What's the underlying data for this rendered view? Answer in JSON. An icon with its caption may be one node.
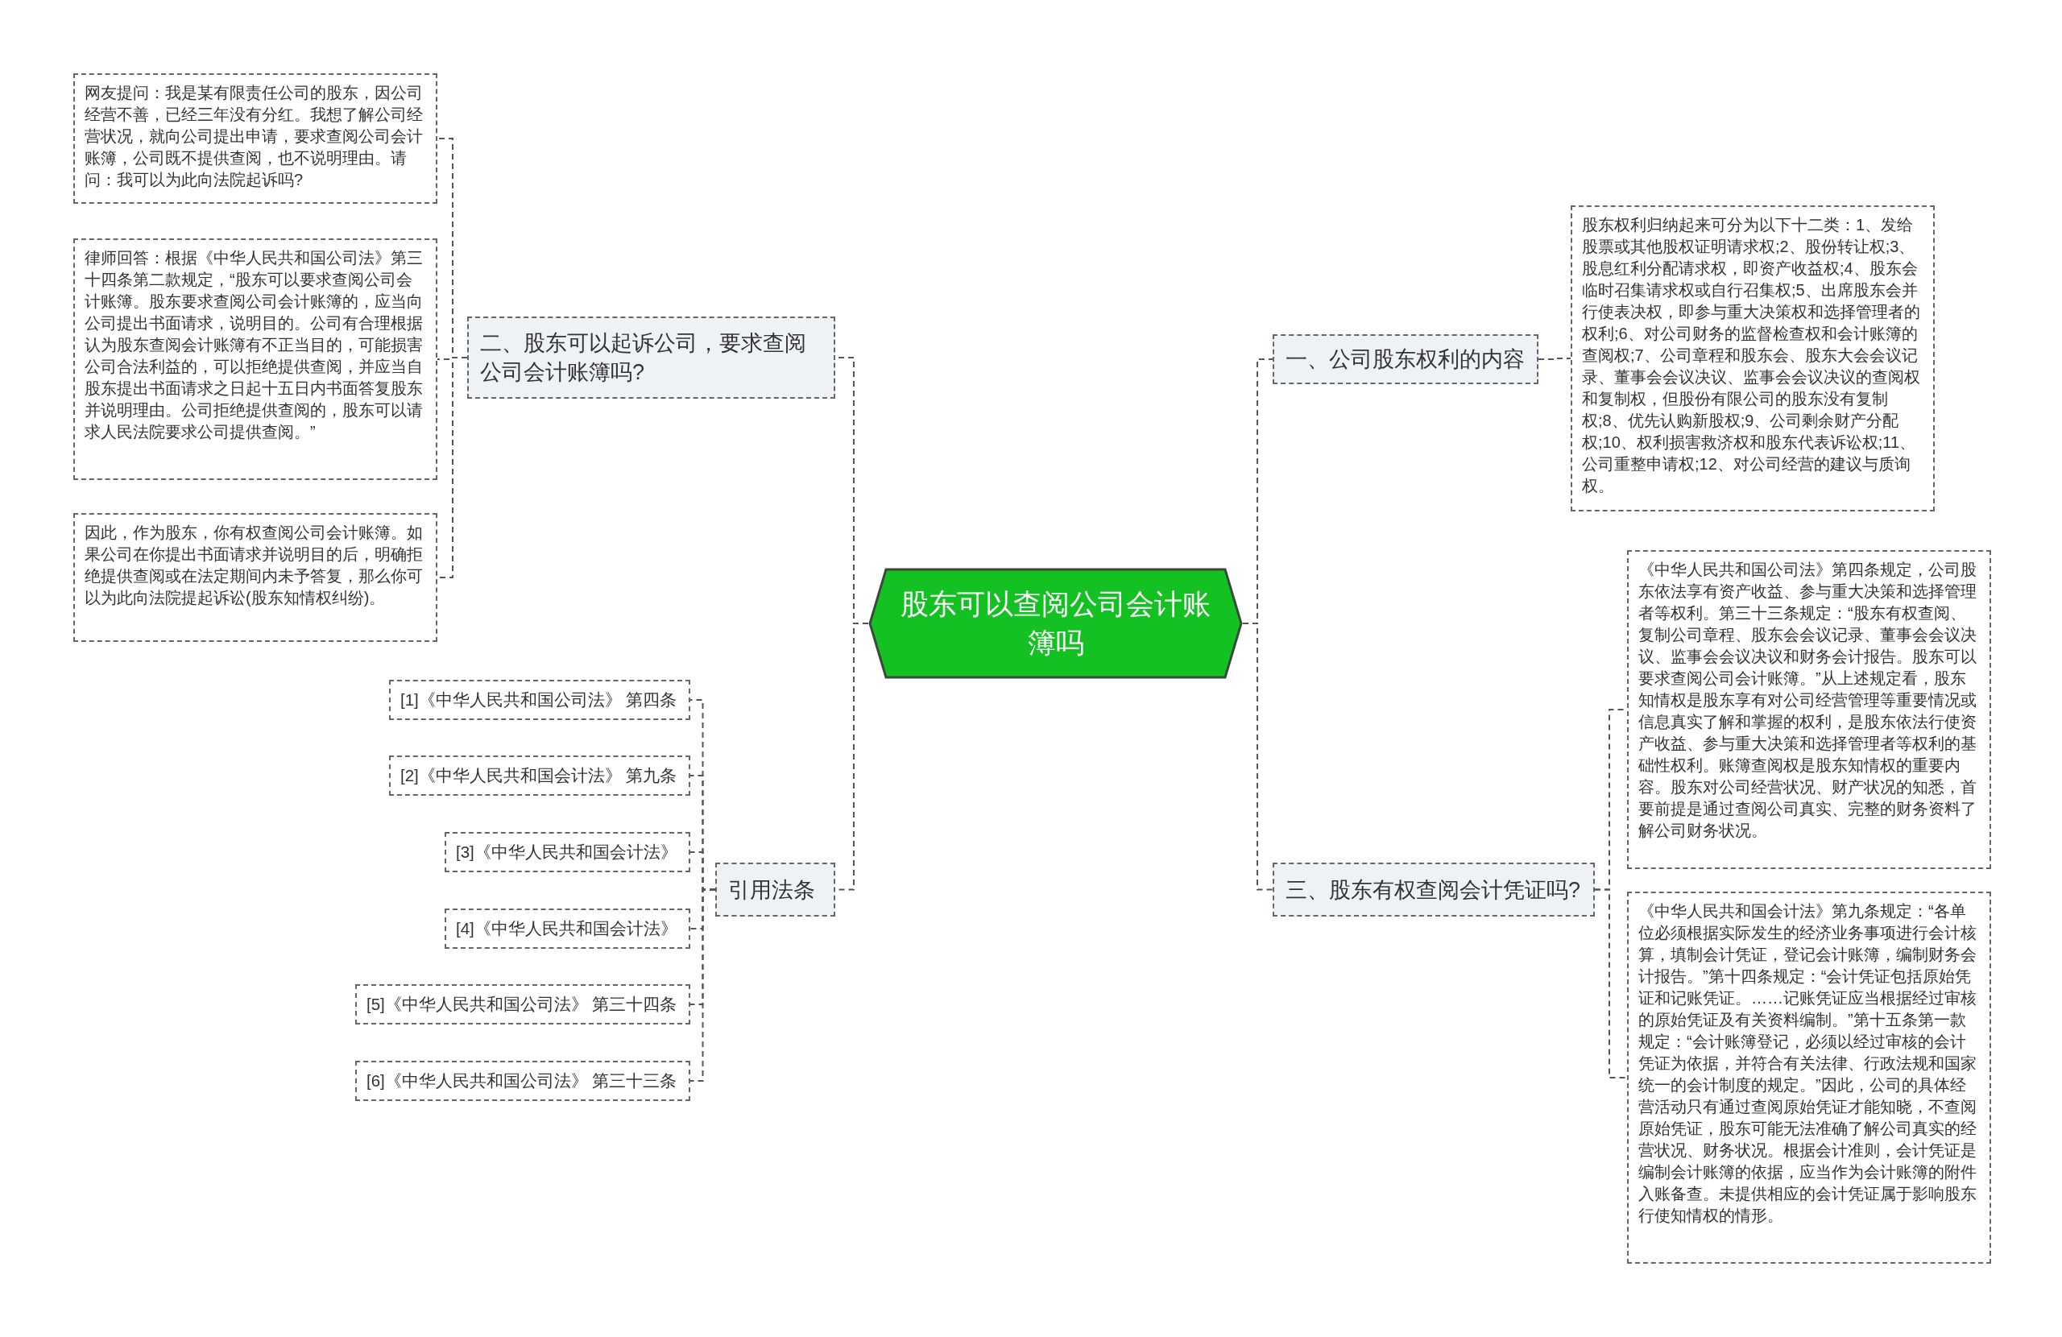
{
  "diagram": {
    "nodes": [
      {
        "text": [
          "股东可以查阅公司会计账簿吗"
        ]
      },
      {
        "text": [
          "一、公司股东权利的内容"
        ]
      },
      {
        "text": [
          "股东权利归纳起来可分为以下十二类：1、发给股票或其他股权证明请求权;2、股份转让权;3、股息红利分配请求权，即资产收益权;4、股东会临时召集请求权或自行召集权;5、出席股东会并行使表决权，即参与重大决策权和选择管理者的权利;6、对公司财务的监督检查权和会计账簿的查阅权;7、公司章程和股东会、股东大会会议记录、董事会会议决议、监事会会议决议的查阅权和复制权，但股份有限公司的股东没有复制权;8、优先认购新股权;9、公司剩余财产分配权;10、权利损害救济权和股东代表诉讼权;11、公司重整申请权;12、对公司经营的建议与质询权。"
        ]
      },
      {
        "text": [
          "三、股东有权查阅会计凭证吗?"
        ]
      },
      {
        "text": [
          "《中华人民共和国公司法》第四条规定，公司股东依法享有资产收益、参与重大决策和选择管理者等权利。第三十三条规定：“股东有权查阅、复制公司章程、股东会会议记录、董事会会议决议、监事会会议决议和财务会计报告。股东可以要求查阅公司会计账簿。”从上述规定看，股东知情权是股东享有对公司经营管理等重要情况或信息真实了解和掌握的权利，是股东依法行使资产收益、参与重大决策和选择管理者等权利的基础性权利。账簿查阅权是股东知情权的重要内容。股东对公司经营状况、财产状况的知悉，首要前提是通过查阅公司真实、完整的财务资料了解公司财务状况。"
        ]
      },
      {
        "text": [
          "《中华人民共和国会计法》第九条规定：“各单位必须根据实际发生的经济业务事项进行会计核算，填制会计凭证，登记会计账簿，编制财务会计报告。”第十四条规定：“会计凭证包括原始凭证和记账凭证。……记账凭证应当根据经过审核的原始凭证及有关资料编制。”第十五条第一款规定：“会计账簿登记，必须以经过审核的会计凭证为依据，并符合有关法律、行政法规和国家统一的会计制度的规定。”因此，公司的具体经营活动只有通过查阅原始凭证才能知晓，不查阅原始凭证，股东可能无法准确了解公司真实的经营状况、财务状况。根据会计准则，会计凭证是编制会计账簿的依据，应当作为会计账簿的附件入账备查。未提供相应的会计凭证属于影响股东行使知情权的情形。"
        ]
      },
      {
        "text": [
          "二、股东可以起诉公司，要求查阅公司会计账簿吗?"
        ]
      },
      {
        "text": [
          "网友提问：我是某有限责任公司的股东，因公司经营不善，已经三年没有分红。我想了解公司经营状况，就向公司提出申请，要求查阅公司会计账簿，公司既不提供查阅，也不说明理由。请问：我可以为此向法院起诉吗?"
        ]
      },
      {
        "text": [
          "律师回答：根据《中华人民共和国公司法》第三十四条第二款规定，“股东可以要求查阅公司会计账簿。股东要求查阅公司会计账簿的，应当向公司提出书面请求，说明目的。公司有合理根据认为股东查阅会计账簿有不正当目的，可能损害公司合法利益的，可以拒绝提供查阅，并应当自股东提出书面请求之日起十五日内书面答复股东并说明理由。公司拒绝提供查阅的，股东可以请求人民法院要求公司提供查阅。”"
        ]
      },
      {
        "text": [
          "因此，作为股东，你有权查阅公司会计账簿。如果公司在你提出书面请求并说明目的后，明确拒绝提供查阅或在法定期间内未予答复，那么你可以为此向法院提起诉讼(股东知情权纠纷)。"
        ]
      },
      {
        "text": [
          "引用法条"
        ]
      },
      {
        "text": [
          "[1]《中华人民共和国公司法》 第四条"
        ]
      },
      {
        "text": [
          "[2]《中华人民共和国会计法》 第九条"
        ]
      },
      {
        "text": [
          "[3]《中华人民共和国会计法》"
        ]
      },
      {
        "text": [
          "[4]《中华人民共和国会计法》"
        ]
      },
      {
        "text": [
          "[5]《中华人民共和国公司法》 第三十四条"
        ]
      },
      {
        "text": [
          "[6]《中华人民共和国公司法》 第三十三条"
        ]
      }
    ],
    "edges": [
      {
        "from": 0,
        "to": 1,
        "arrow": "none"
      },
      {
        "from": 1,
        "to": 2,
        "arrow": "none"
      },
      {
        "from": 0,
        "to": 3,
        "arrow": "none"
      },
      {
        "from": 3,
        "to": 4,
        "arrow": "none"
      },
      {
        "from": 3,
        "to": 5,
        "arrow": "none"
      },
      {
        "from": 0,
        "to": 6,
        "arrow": "none"
      },
      {
        "from": 6,
        "to": 7,
        "arrow": "none"
      },
      {
        "from": 6,
        "to": 8,
        "arrow": "none"
      },
      {
        "from": 6,
        "to": 9,
        "arrow": "none"
      },
      {
        "from": 0,
        "to": 10,
        "arrow": "none"
      },
      {
        "from": 10,
        "to": 11,
        "arrow": "none"
      },
      {
        "from": 10,
        "to": 12,
        "arrow": "none"
      },
      {
        "from": 10,
        "to": 13,
        "arrow": "none"
      },
      {
        "from": 10,
        "to": 14,
        "arrow": "none"
      },
      {
        "from": 10,
        "to": 15,
        "arrow": "none"
      },
      {
        "from": 10,
        "to": 16,
        "arrow": "none"
      }
    ]
  }
}
